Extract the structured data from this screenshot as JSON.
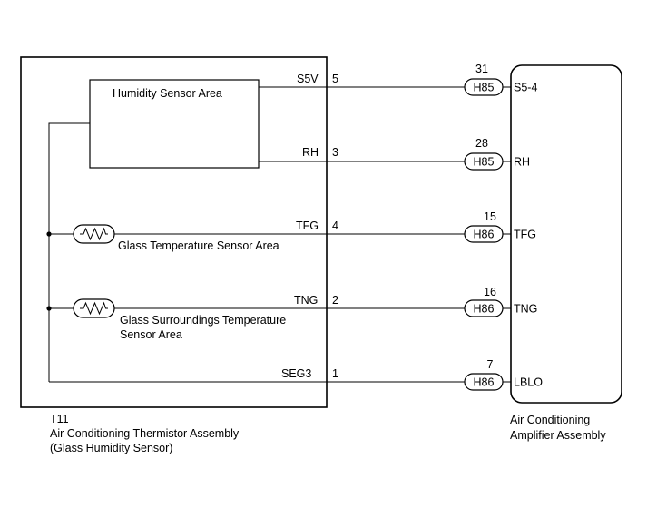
{
  "left_component": {
    "code": "T11",
    "name_line1": "Air Conditioning Thermistor Assembly",
    "name_line2": "(Glass Humidity Sensor)",
    "humidity_area_label": "Humidity Sensor Area",
    "glass_temp_label": "Glass Temperature Sensor Area",
    "glass_surr_label_line1": "Glass Surroundings Temperature",
    "glass_surr_label_line2": "Sensor Area"
  },
  "right_component": {
    "name_line1": "Air Conditioning",
    "name_line2": "Amplifier Assembly"
  },
  "wires": [
    {
      "signal": "S5V",
      "pin": "5",
      "connector": "H85",
      "amp_pin": "31",
      "amp_terminal": "S5-4"
    },
    {
      "signal": "RH",
      "pin": "3",
      "connector": "H85",
      "amp_pin": "28",
      "amp_terminal": "RH"
    },
    {
      "signal": "TFG",
      "pin": "4",
      "connector": "H86",
      "amp_pin": "15",
      "amp_terminal": "TFG"
    },
    {
      "signal": "TNG",
      "pin": "2",
      "connector": "H86",
      "amp_pin": "16",
      "amp_terminal": "TNG"
    },
    {
      "signal": "SEG3",
      "pin": "1",
      "connector": "H86",
      "amp_pin": "7",
      "amp_terminal": "LBLO"
    }
  ],
  "icons": {
    "thermistor_1": "thermistor-icon",
    "thermistor_2": "thermistor-icon",
    "junction": "junction-dot-icon"
  }
}
